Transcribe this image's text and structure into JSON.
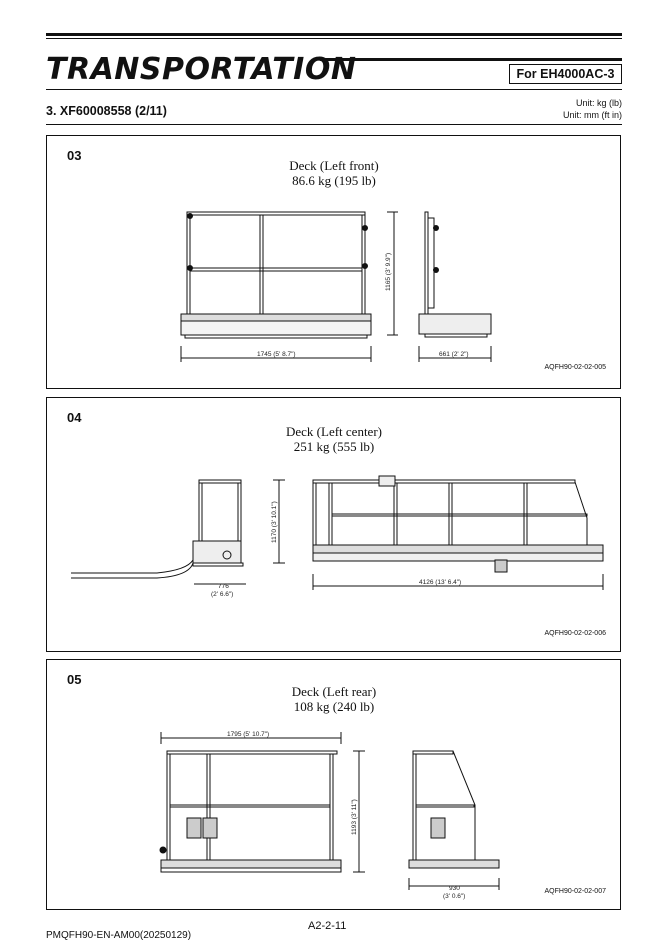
{
  "header": {
    "title": "TRANSPORTATION",
    "model_badge": "For EH4000AC-3",
    "section": "3. XF60008558 (2/11)",
    "unit_weight": "Unit: kg (lb)",
    "unit_length": "Unit: mm (ft in)"
  },
  "panels": [
    {
      "number": "03",
      "caption_line1": "Deck (Left front)",
      "caption_line2": "86.6 kg (195 lb)",
      "dim_width": "1745 (5' 8.7\")",
      "dim_height": "1165 (3' 9.9\")",
      "dim_depth": "661 (2' 2\")",
      "code": "AQFH90-02-02-005"
    },
    {
      "number": "04",
      "caption_line1": "Deck (Left center)",
      "caption_line2": "251 kg (555 lb)",
      "dim_depth": "776",
      "dim_depth_imperial": "(2' 6.6\")",
      "dim_height": "1170 (3' 10.1\")",
      "dim_width": "4126 (13' 6.4\")",
      "code": "AQFH90-02-02-006"
    },
    {
      "number": "05",
      "caption_line1": "Deck (Left rear)",
      "caption_line2": "108 kg (240 lb)",
      "dim_width": "1795 (5' 10.7\")",
      "dim_height": "1193 (3' 11\")",
      "dim_depth": "930",
      "dim_depth_imperial": "(3' 0.6\")",
      "code": "AQFH90-02-02-007"
    }
  ],
  "footer": {
    "page_number": "A2-2-11",
    "doc_id": "PMQFH90-EN-AM00(20250129)"
  }
}
